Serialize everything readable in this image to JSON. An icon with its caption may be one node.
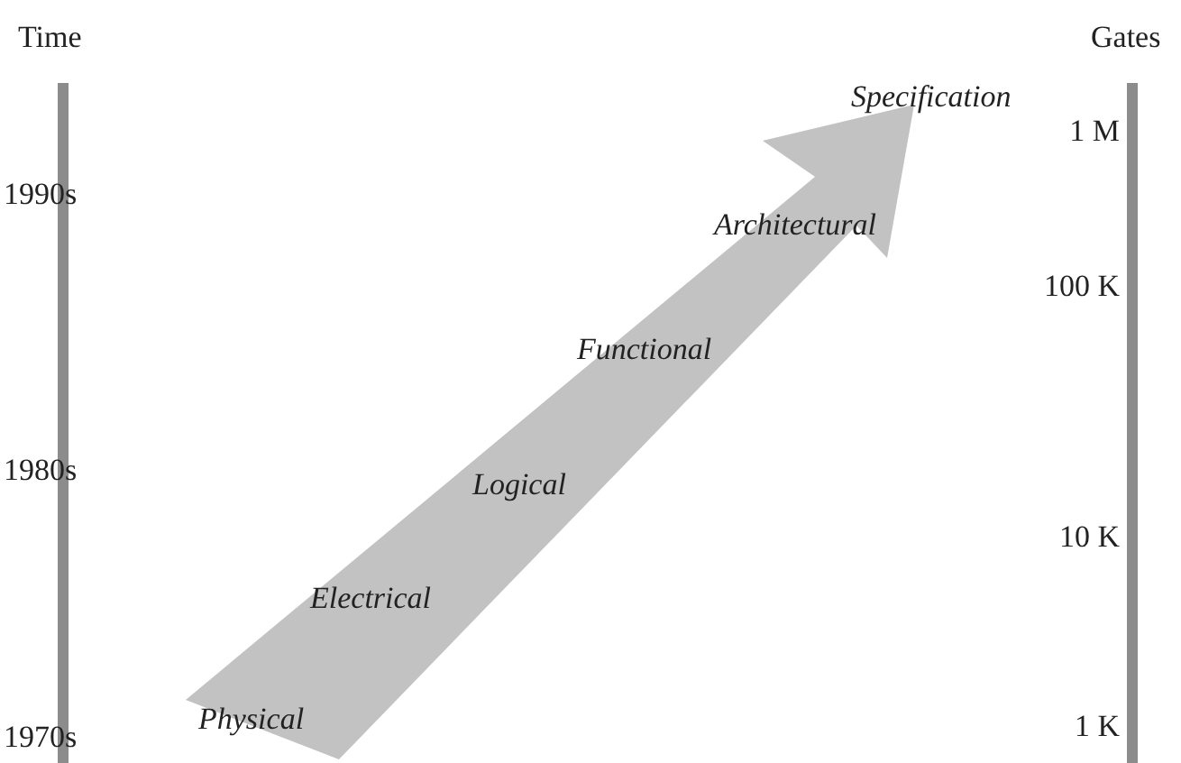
{
  "diagram": {
    "labels": [
      "Time",
      "Gates",
      "Specification",
      "1 M",
      "1990s",
      "Architectural",
      "100 K",
      "Functional",
      "1980s",
      "Logical",
      "10 K",
      "Electrical",
      "Physical",
      "1970s",
      "1 K"
    ]
  }
}
